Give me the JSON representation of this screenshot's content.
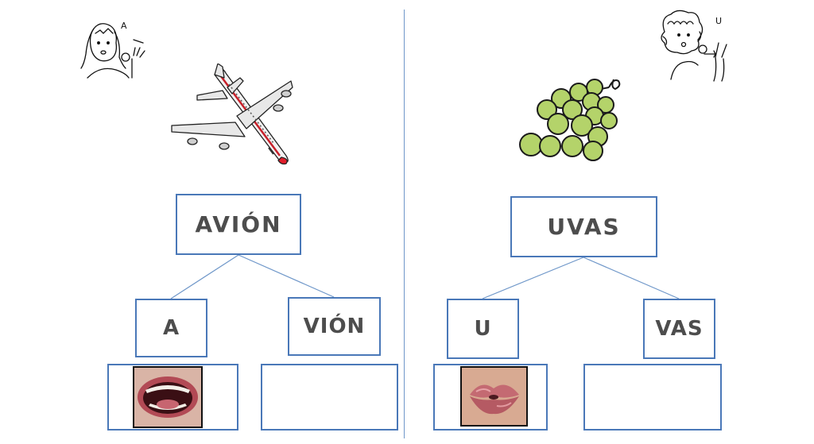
{
  "left": {
    "word": "AVIÓN",
    "syllables": [
      "A",
      "VIÓN"
    ],
    "sign_letter": "A",
    "picture_icon": "airplane-icon",
    "mouth_icon": "open-mouth-photo"
  },
  "right": {
    "word": "UVAS",
    "syllables": [
      "U",
      "VAS"
    ],
    "sign_letter": "U",
    "picture_icon": "grapes-icon",
    "mouth_icon": "pursed-lips-photo"
  },
  "colors": {
    "box_border": "#4a78b8",
    "divider": "#6f97c9",
    "text": "#4d4d4d",
    "grape": "#b4d36a"
  }
}
